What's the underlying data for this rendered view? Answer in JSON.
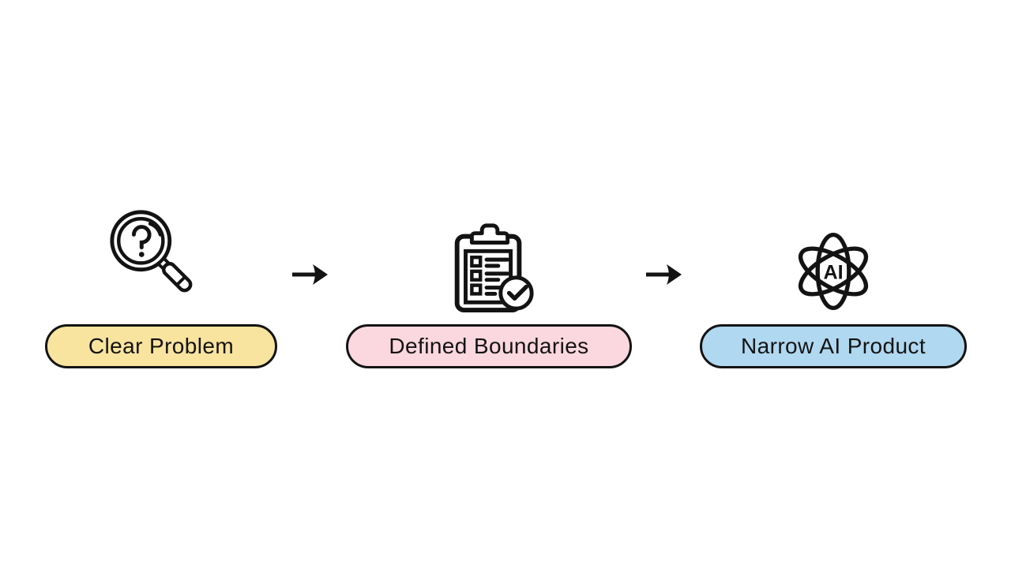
{
  "background": "#ffffff",
  "ink": "#131313",
  "steps": [
    {
      "label": "Clear Problem",
      "fill": "#F8E49E",
      "icon": "magnifier-question-icon"
    },
    {
      "label": "Defined Boundaries",
      "fill": "#FBD7DF",
      "icon": "clipboard-checklist-icon"
    },
    {
      "label": "Narrow AI Product",
      "fill": "#B0D8F0",
      "icon": "ai-atom-icon",
      "icon_label": "AI"
    }
  ],
  "connectors": [
    {
      "icon": "right-arrow-icon"
    },
    {
      "icon": "right-arrow-icon"
    }
  ]
}
